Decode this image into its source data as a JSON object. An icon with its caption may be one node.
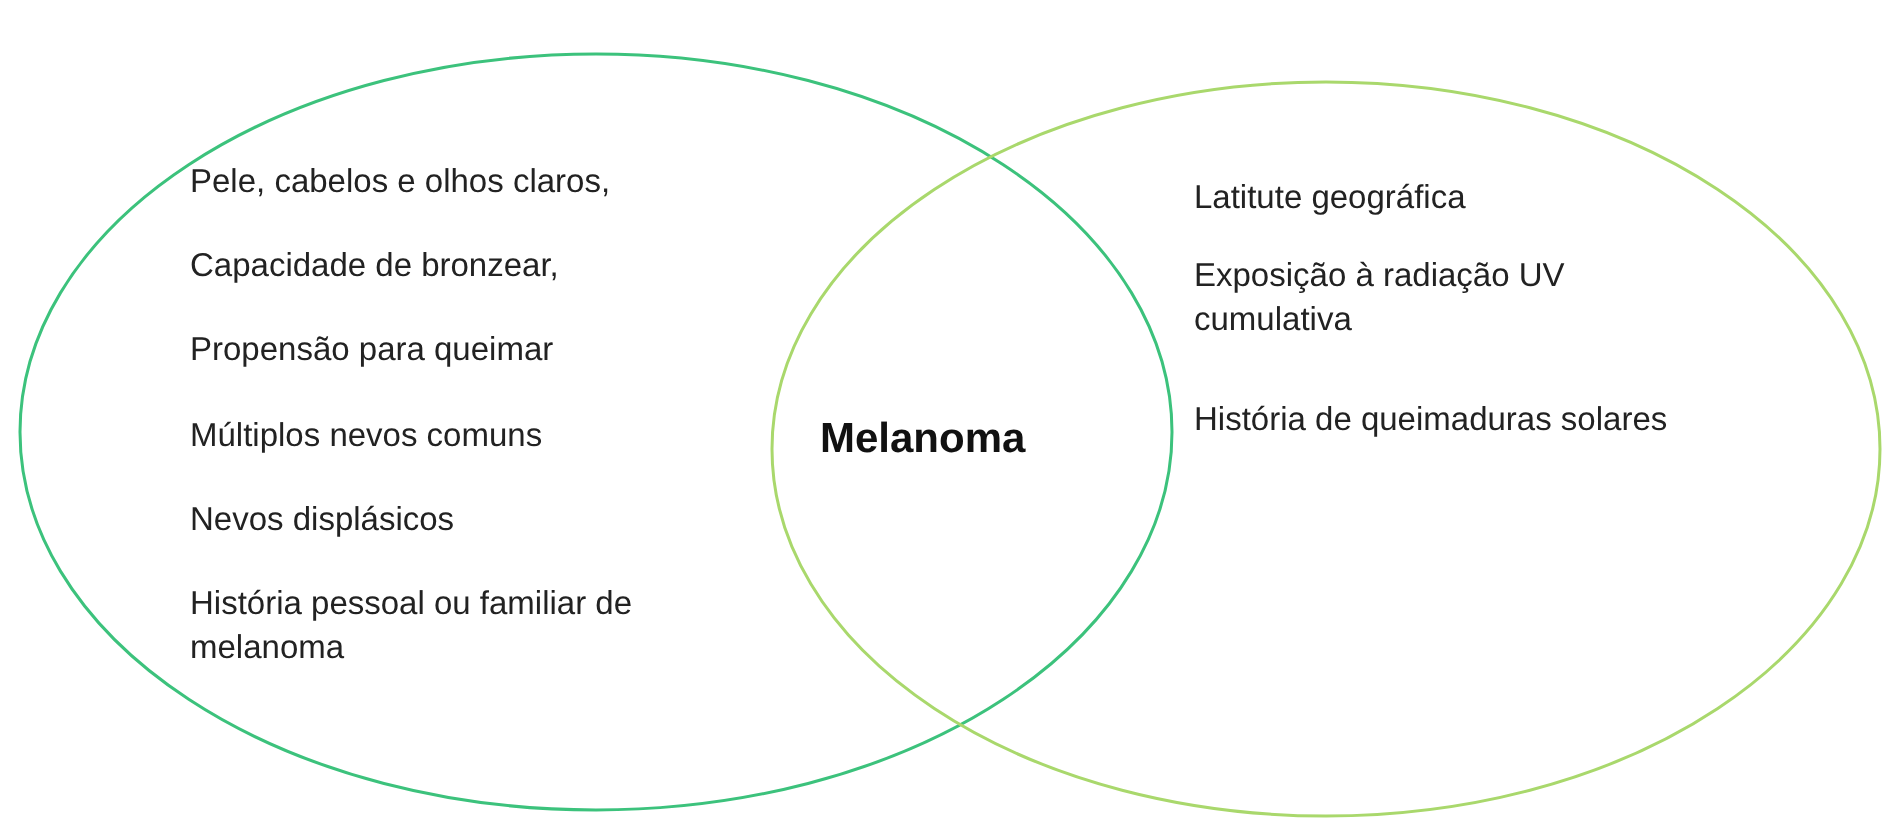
{
  "diagram": {
    "nodes": [
      {
        "text": [
          "Pele, cabelos e olhos claros,",
          "Capacidade de bronzear,",
          "Propensão para queimar",
          "Múltiplos nevos comuns",
          "Nevos displásicos",
          "História pessoal ou familiar de melanoma"
        ]
      },
      {
        "text": [
          "Latitute geográfica",
          "Exposição à radiação UV cumulativa",
          "História de queimaduras solares"
        ]
      }
    ],
    "labels": [
      "Melanoma"
    ]
  }
}
